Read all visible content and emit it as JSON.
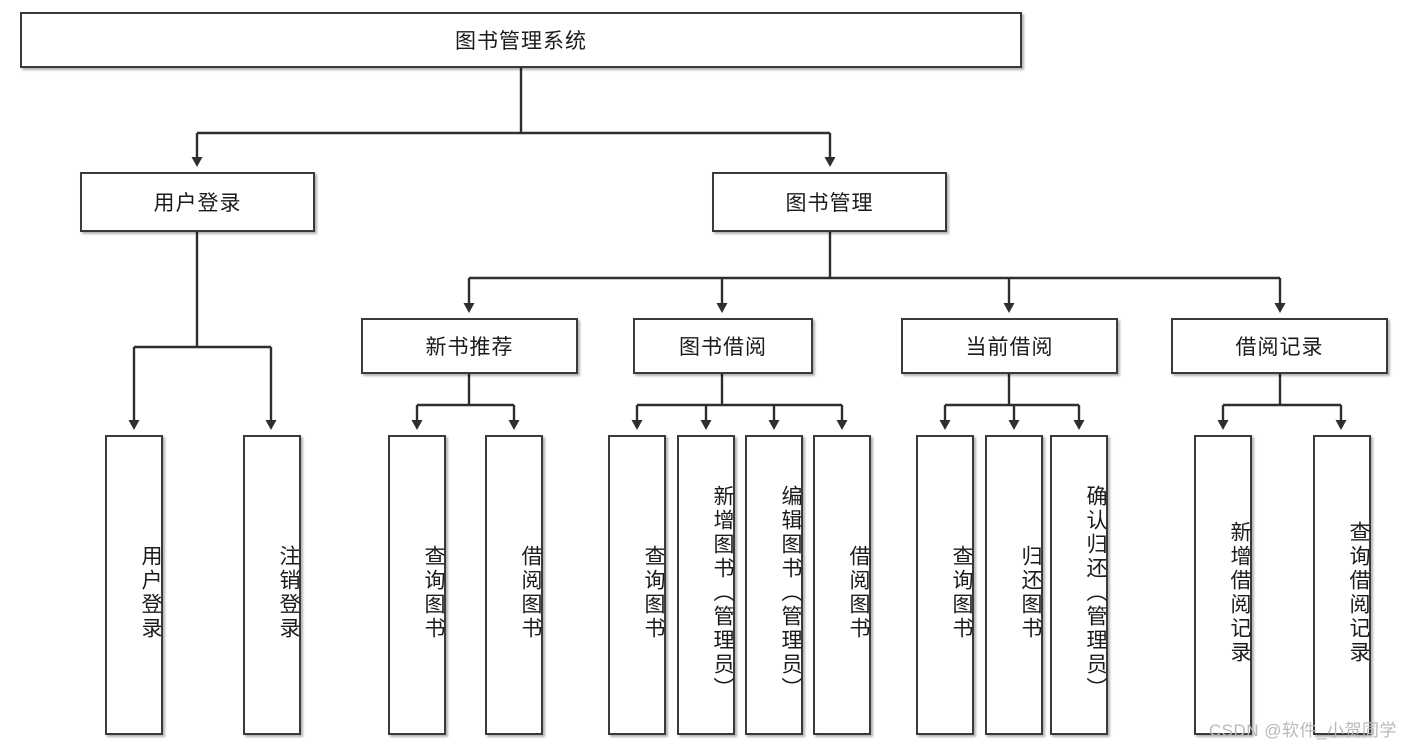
{
  "diagram": {
    "title": "图书管理系统",
    "type": "tree-hierarchy-diagram",
    "root": {
      "label": "图书管理系统"
    },
    "level2": [
      {
        "label": "用户登录"
      },
      {
        "label": "图书管理"
      }
    ],
    "level3": [
      {
        "label": "新书推荐"
      },
      {
        "label": "图书借阅"
      },
      {
        "label": "当前借阅"
      },
      {
        "label": "借阅记录"
      }
    ],
    "leaves": {
      "user_login": [
        {
          "label": "用户登录"
        },
        {
          "label": "注销登录"
        }
      ],
      "new_book_recommend": [
        {
          "label": "查询图书"
        },
        {
          "label": "借阅图书"
        }
      ],
      "book_borrow": [
        {
          "label": "查询图书"
        },
        {
          "label": "新增图书（管理员）"
        },
        {
          "label": "编辑图书（管理员）"
        },
        {
          "label": "借阅图书"
        }
      ],
      "current_borrow": [
        {
          "label": "查询图书"
        },
        {
          "label": "归还图书"
        },
        {
          "label": "确认归还（管理员）"
        }
      ],
      "borrow_record": [
        {
          "label": "新增借阅记录"
        },
        {
          "label": "查询借阅记录"
        }
      ]
    }
  },
  "watermark": {
    "text": "CSDN @软件_小贺同学"
  },
  "colors": {
    "border": "#3a3a3a",
    "text": "#1b1b1b",
    "background": "#ffffff",
    "connector": "#2e2e2e",
    "watermark": "#b9b9b9"
  }
}
